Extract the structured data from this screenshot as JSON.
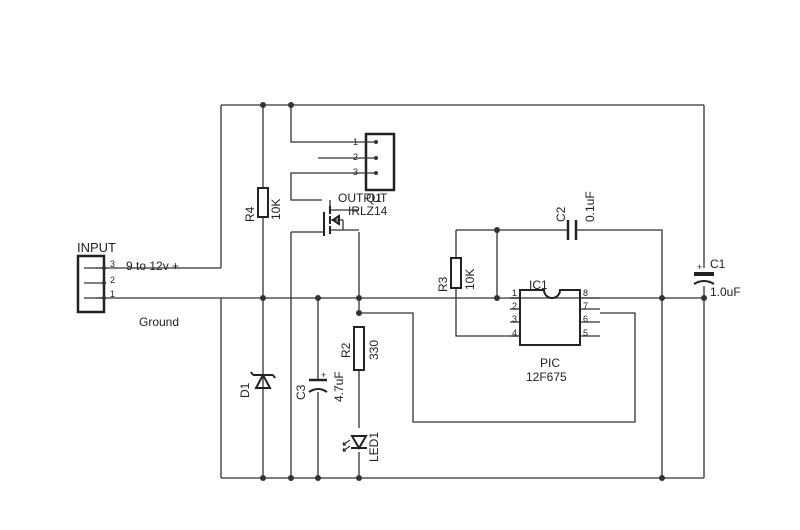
{
  "input": {
    "name": "INPUT",
    "pins": [
      "3",
      "2",
      "1"
    ],
    "supply_label": "9 to 12v +",
    "ground_label": "Ground"
  },
  "output": {
    "name": "OUTPUT",
    "pins": [
      "1",
      "2",
      "3"
    ]
  },
  "q1": {
    "name": "Q1",
    "part": "IRLZ14"
  },
  "r4": {
    "name": "R4",
    "value": "10K"
  },
  "r3": {
    "name": "R3",
    "value": "10K"
  },
  "r2": {
    "name": "R2",
    "value": "330"
  },
  "c1": {
    "name": "C1",
    "value": "1.0uF"
  },
  "c2": {
    "name": "C2",
    "value": "0.1uF"
  },
  "c3": {
    "name": "C3",
    "value": "4.7uF"
  },
  "d1": {
    "name": "D1"
  },
  "led1": {
    "name": "LED1"
  },
  "ic1": {
    "name": "IC1",
    "line1": "PIC",
    "line2": "12F675",
    "left_pins": [
      "1",
      "2",
      "3",
      "4"
    ],
    "right_pins": [
      "8",
      "7",
      "6",
      "5"
    ]
  }
}
